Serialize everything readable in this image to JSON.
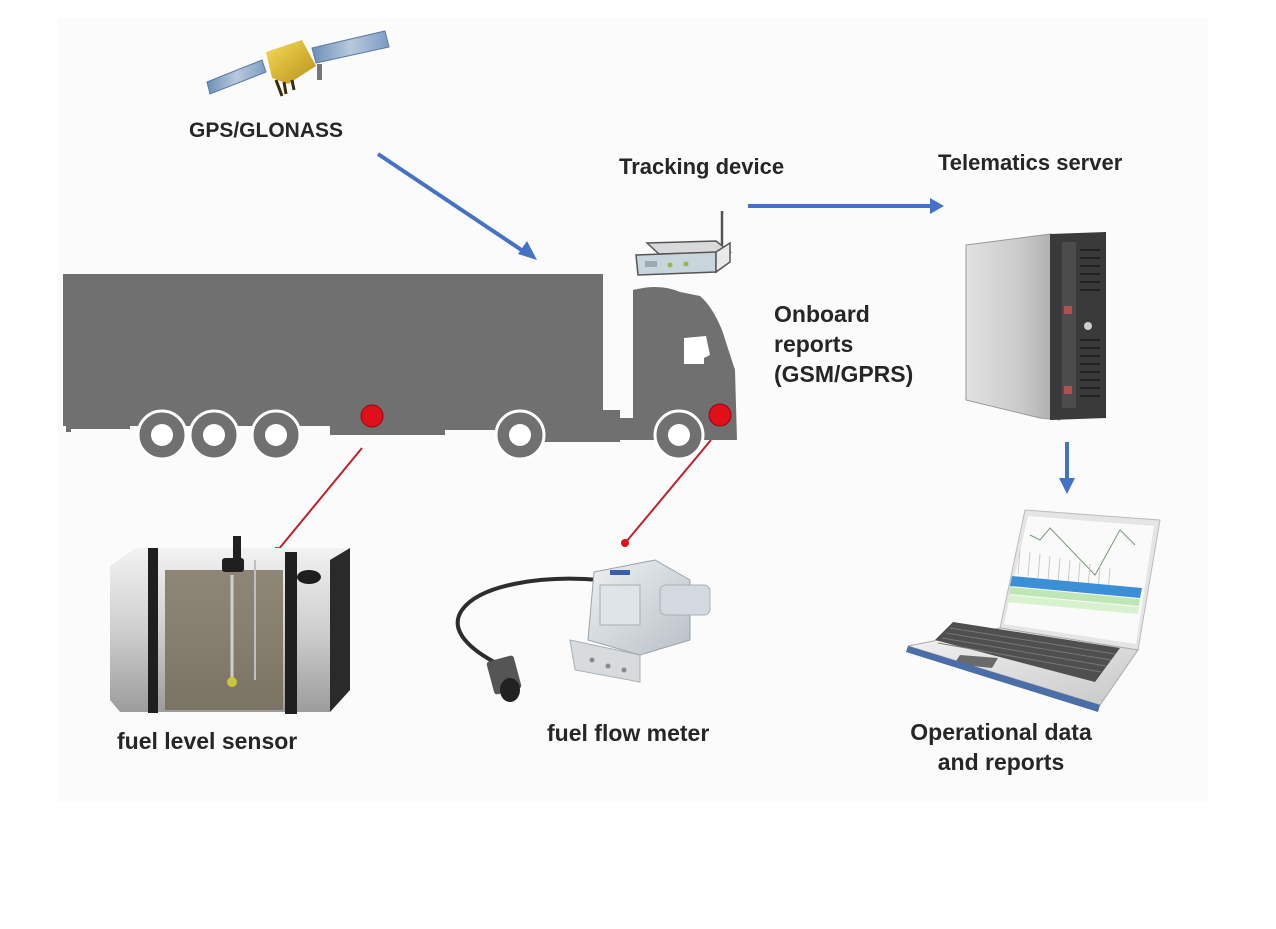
{
  "diagram": {
    "nodes": {
      "satellite": {
        "label": "GPS/GLONASS",
        "icon": "satellite-icon"
      },
      "tracker": {
        "label": "Tracking device",
        "icon": "tracking-device-icon"
      },
      "server": {
        "label": "Telematics server",
        "icon": "server-icon"
      },
      "onboard": {
        "line1": "Onboard",
        "line2": "reports",
        "line3": "(GSM/GPRS)"
      },
      "truck": {
        "icon": "truck-icon"
      },
      "fuel_level_sensor": {
        "label": "fuel level sensor",
        "icon": "fuel-tank-icon"
      },
      "fuel_flow_meter": {
        "label": "fuel flow meter",
        "icon": "flow-meter-icon"
      },
      "reports": {
        "line1": "Operational data",
        "line2": "and reports",
        "icon": "laptop-icon"
      }
    },
    "connections": [
      {
        "from": "GPS/GLONASS",
        "to": "Truck",
        "style": "blue-arrow"
      },
      {
        "from": "Tracking device",
        "to": "Telematics server",
        "style": "blue-arrow"
      },
      {
        "from": "Telematics server",
        "to": "Operational data and reports",
        "style": "blue-arrow"
      },
      {
        "from": "Truck fuel tank point",
        "to": "fuel level sensor",
        "style": "red-line"
      },
      {
        "from": "Truck engine point",
        "to": "fuel flow meter",
        "style": "red-line"
      }
    ],
    "colors": {
      "arrow": "#4472c4",
      "marker": "#e0101a",
      "truck": "#707070",
      "text": "#262626"
    }
  }
}
